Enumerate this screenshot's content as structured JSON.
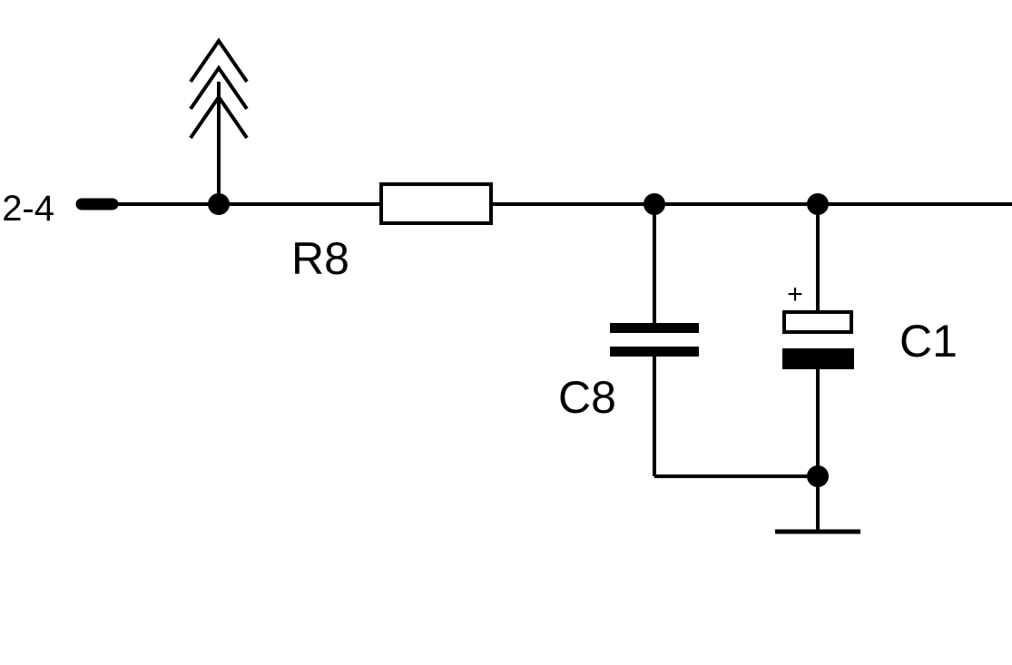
{
  "schematic": {
    "net_label": "2-4",
    "resistor": {
      "ref": "R8"
    },
    "capacitor_ceramic": {
      "ref": "C8"
    },
    "capacitor_electrolytic": {
      "ref": "C1",
      "polarity_mark": "+"
    }
  },
  "colors": {
    "ink": "#000000",
    "background": "#ffffff"
  },
  "icons": {
    "power": "power-arrow-icon",
    "ground": "ground-icon",
    "junction": "junction-dot-icon"
  }
}
